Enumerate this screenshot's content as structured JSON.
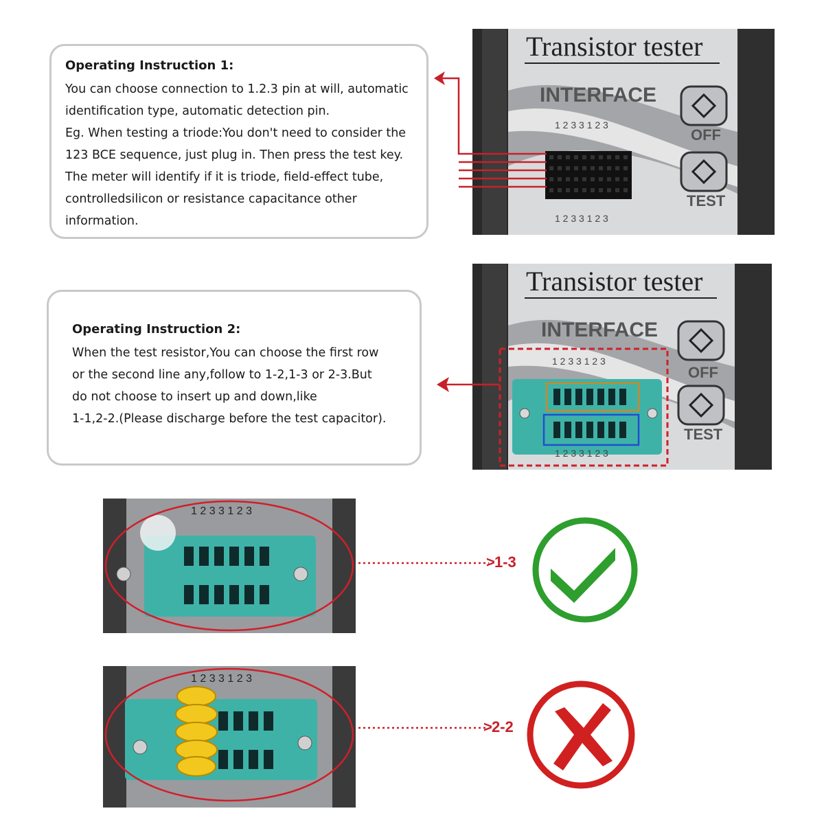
{
  "instruction1": {
    "heading": "Operating Instruction 1:",
    "lines": [
      "You can choose connection to 1.2.3 pin at will, automatic",
      "identification type, automatic detection pin.",
      "Eg. When testing a triode:You don't need to consider the",
      "123 BCE sequence, just plug in. Then press the test key.",
      "The meter will identify if it is triode, field-effect tube,",
      "controlledsilicon or resistance capacitance other",
      "information."
    ]
  },
  "instruction2": {
    "heading": "Operating Instruction 2:",
    "lines": [
      "When the test resistor,You can choose the first row",
      "or the second line any,follow to 1-2,1-3 or 2-3.But",
      "do not choose to insert up and down,like",
      "1-1,2-2.(Please discharge before the test capacitor)."
    ]
  },
  "device": {
    "title": "Transistor tester",
    "interface": "INTERFACE",
    "pin_numbers": "1 2 3 3 1 2 3",
    "off_label": "OFF",
    "test_label": "TEST"
  },
  "examples": {
    "correct": {
      "label": "1-3",
      "icon": "check-icon",
      "color": "#2e9e2e"
    },
    "wrong": {
      "label": "2-2",
      "icon": "cross-icon",
      "color": "#d02020"
    }
  },
  "colors": {
    "arrow": "#c8202a",
    "socket": "#3fb2a8"
  }
}
